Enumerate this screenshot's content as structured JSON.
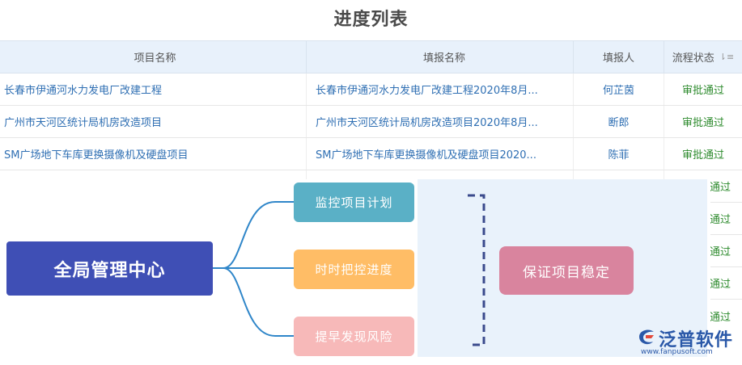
{
  "page": {
    "title": "进度列表"
  },
  "table": {
    "headers": {
      "project_name": "项目名称",
      "report_name": "填报名称",
      "reporter": "填报人",
      "status": "流程状态"
    },
    "rows": [
      {
        "project_name": "长春市伊通河水力发电厂改建工程",
        "report_name": "长春市伊通河水力发电厂改建工程2020年8月...",
        "reporter": "何芷茵",
        "status": "审批通过"
      },
      {
        "project_name": "广州市天河区统计局机房改造项目",
        "report_name": "广州市天河区统计局机房改造项目2020年8月...",
        "reporter": "断郎",
        "status": "审批通过"
      },
      {
        "project_name": "SM广场地下车库更换摄像机及硬盘项目",
        "report_name": "SM广场地下车库更换摄像机及硬盘项目2020...",
        "reporter": "陈菲",
        "status": "审批通过"
      }
    ],
    "partial_status": [
      "通过",
      "通过",
      "通过",
      "通过",
      "通过"
    ]
  },
  "diagram": {
    "center": "全局管理中心",
    "branches": [
      "监控项目计划",
      "时时把控进度",
      "提早发现风险"
    ],
    "result": "保证项目稳定",
    "colors": {
      "center": "#3f4fb5",
      "branch1": "#5ab0c6",
      "branch2": "#ffbd66",
      "branch3": "#f7b9b9",
      "result": "#d9849e",
      "connector": "#2f86c9"
    }
  },
  "brand": {
    "name": "泛普软件",
    "url": "www.fanpusoft.com",
    "logo_icon": "fanpu-logo-icon"
  }
}
